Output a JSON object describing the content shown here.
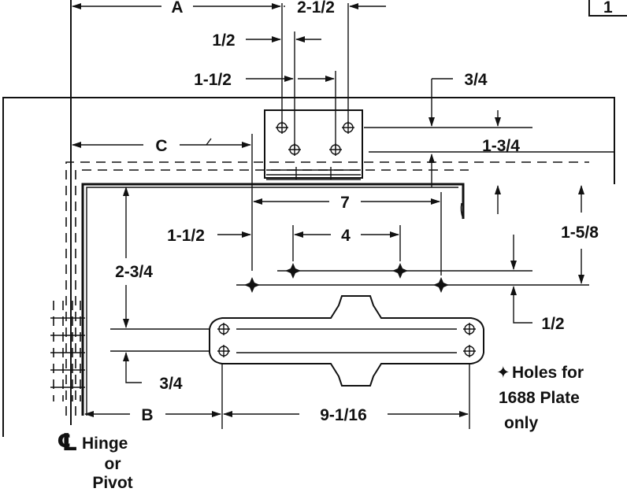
{
  "dimensions": {
    "a": "A",
    "two_half": "2-1/2",
    "half_top": "1/2",
    "one_half_top": "1-1/2",
    "three_quarter_top": "3/4",
    "c": "C",
    "one_three_quarter": "1-3/4",
    "seven": "7",
    "one_half_left": "1-1/2",
    "four": "4",
    "one_five_eighth": "1-5/8",
    "two_three_quarter": "2-3/4",
    "half_right": "1/2",
    "three_quarter_left": "3/4",
    "b": "B",
    "nine_sixteenth": "9-1/16",
    "corner_fragment": "1"
  },
  "notes": {
    "centerline_symbol": "℄",
    "hinge_line1": "Hinge",
    "hinge_line2": "or",
    "hinge_line3": "Pivot",
    "holes_symbol": "✦",
    "holes_line1": "Holes for",
    "holes_line2": "1688 Plate",
    "holes_line3": "only"
  }
}
